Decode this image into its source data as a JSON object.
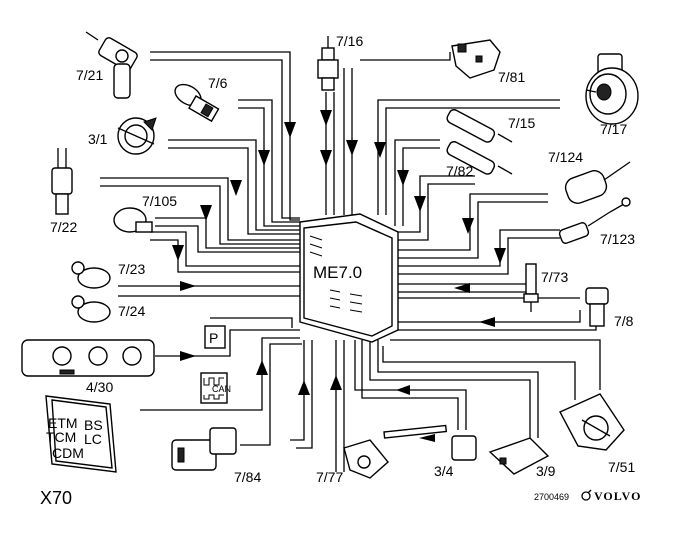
{
  "diagram_code": "X70",
  "ecu_label": "ME7.0",
  "ecu_modules": [
    "ETM",
    "BS",
    "TCM",
    "LC",
    "CDM"
  ],
  "can_label": "CAN",
  "p_label": "P",
  "drawing_number": "2700469",
  "brand": "VOLVO",
  "components": [
    {
      "id": "7/21"
    },
    {
      "id": "7/16"
    },
    {
      "id": "7/81"
    },
    {
      "id": "7/17"
    },
    {
      "id": "7/6"
    },
    {
      "id": "3/1"
    },
    {
      "id": "7/15"
    },
    {
      "id": "7/82"
    },
    {
      "id": "7/124"
    },
    {
      "id": "7/22"
    },
    {
      "id": "7/105"
    },
    {
      "id": "7/123"
    },
    {
      "id": "7/23"
    },
    {
      "id": "7/73"
    },
    {
      "id": "7/24"
    },
    {
      "id": "7/8"
    },
    {
      "id": "4/30"
    },
    {
      "id": "7/84"
    },
    {
      "id": "7/77"
    },
    {
      "id": "3/4"
    },
    {
      "id": "3/9"
    },
    {
      "id": "7/51"
    }
  ]
}
